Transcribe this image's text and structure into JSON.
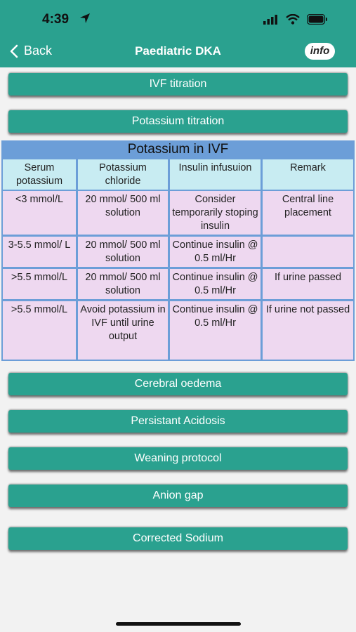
{
  "status_bar": {
    "time": "4:39"
  },
  "nav": {
    "back_label": "Back",
    "title": "Paediatric DKA",
    "info_label": "info"
  },
  "top_buttons": [
    "IVF titration",
    "Potassium titration"
  ],
  "table": {
    "title": "Potassium in IVF",
    "headers": [
      "Serum potassium",
      "Potassium chloride",
      "Insulin infusuion",
      "Remark"
    ],
    "rows": [
      [
        "<3 mmol/L",
        "20 mmol/ 500 ml solution",
        "Consider temporarily stoping insulin",
        "Central line placement"
      ],
      [
        "3-5.5 mmol/ L",
        "20 mmol/ 500 ml solution",
        "Continue insulin @ 0.5 ml/Hr",
        ""
      ],
      [
        ">5.5 mmol/L",
        "20 mmol/ 500 ml solution",
        "Continue insulin @ 0.5 ml/Hr",
        "If urine passed"
      ],
      [
        ">5.5 mmol/L",
        "Avoid potassium in IVF until urine output",
        "Continue insulin @ 0.5 ml/Hr",
        "If urine not passed"
      ]
    ]
  },
  "bottom_buttons": [
    "Cerebral oedema",
    "Persistant Acidosis",
    "Weaning protocol",
    "Anion gap",
    "Corrected Sodium"
  ],
  "colors": {
    "header": "#2aa18f",
    "table_border": "#6c9ed8",
    "header_cell": "#c8ecf2",
    "data_cell": "#eed8f0"
  }
}
